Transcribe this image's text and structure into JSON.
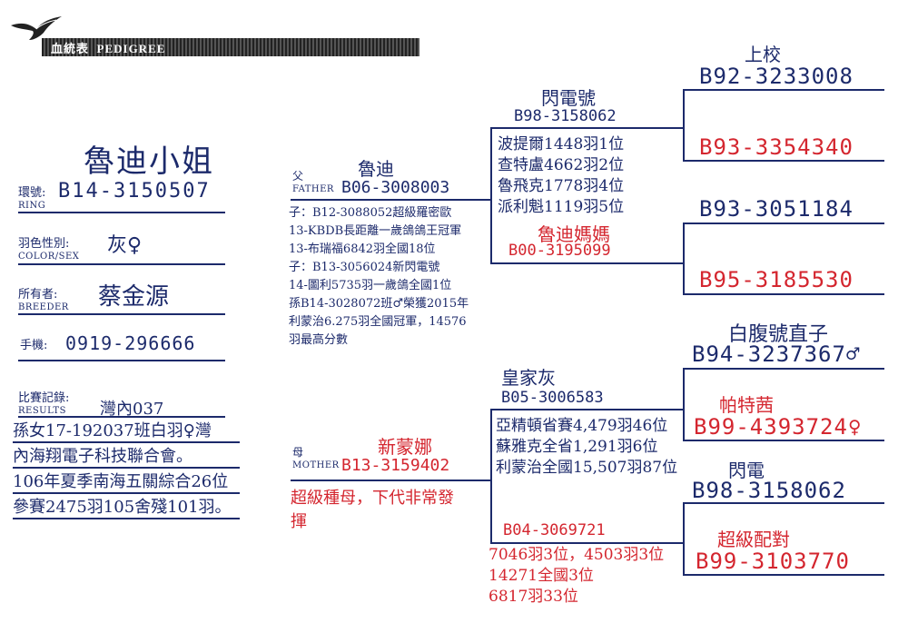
{
  "header": {
    "title": "血統表",
    "title_en": "PEDIGREE"
  },
  "bird": {
    "name": "魯迪小姐",
    "ring_label": "環號:",
    "ring_label_en": "RING",
    "ring": "B14-3150507",
    "color_label": "羽色性別:",
    "color_label_en": "COLOR/SEX",
    "color": "灰♀",
    "breeder_label": "所有者:",
    "breeder_label_en": "BREEDER",
    "breeder": "蔡金源",
    "phone_label": "手機:",
    "phone": "0919-296666",
    "results_label": "比賽記錄:",
    "results_label_en": "RESULTS",
    "results_first": "灣內037",
    "results_lines": [
      "孫女17-192037班白羽♀灣",
      "內海翔電子科技聯合會。",
      "106年夏季南海五關綜合26位",
      "參賽2475羽105舍殘101羽。"
    ]
  },
  "father": {
    "label_cn": "父",
    "label_en": "FATHER",
    "name": "魯迪",
    "ring": "B06-3008003",
    "notes": [
      "子：B12-3088052超級羅密歐",
      "13-KBDB長距離一歲鴿鴿王冠軍",
      "13-布瑞福6842羽全國18位",
      "子：B13-3056024新閃電號",
      "14-圖利5735羽一歲鴿全國1位",
      "孫B14-3028072班♂榮獲2015年",
      "利蒙治6.275羽全國冠軍，14576",
      "羽最高分數"
    ]
  },
  "mother": {
    "label_cn": "母",
    "label_en": "MOTHER",
    "name": "新蒙娜",
    "ring": "B13-3159402",
    "notes": [
      "超級種母，下代非常發",
      "揮"
    ]
  },
  "ff": {
    "name": "閃電號",
    "ring": "B98-3158062",
    "results": [
      "波提爾1448羽1位",
      "查特盧4662羽2位",
      "魯飛克1778羽4位",
      "派利魁1119羽5位"
    ]
  },
  "fm": {
    "name": "魯迪媽媽",
    "ring": "B00-3195099"
  },
  "mf": {
    "name": "皇家灰",
    "ring": "B05-3006583",
    "results": [
      "亞精頓省賽4,479羽46位",
      "蘇雅克全省1,291羽6位",
      "利蒙治全國15,507羽87位"
    ]
  },
  "mm": {
    "ring": "B04-3069721",
    "results": [
      "7046羽3位，4503羽3位",
      "14271全國3位",
      "6817羽33位"
    ]
  },
  "gen3": [
    {
      "name": "上校",
      "ring": "B92-3233008"
    },
    {
      "name": "",
      "ring": "B93-3354340"
    },
    {
      "name": "",
      "ring": "B93-3051184"
    },
    {
      "name": "",
      "ring": "B95-3185530"
    },
    {
      "name": "白腹號直子",
      "ring": "B94-3237367♂"
    },
    {
      "name": "帕特茜",
      "ring": "B99-4393724♀"
    },
    {
      "name": "閃電",
      "ring": "B98-3158062"
    },
    {
      "name": "超級配對",
      "ring": "B99-3103770"
    }
  ],
  "colors": {
    "navy": "#1c2a6b",
    "red": "#d4262f"
  }
}
